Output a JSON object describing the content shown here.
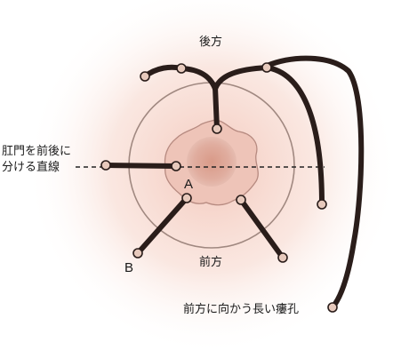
{
  "labels": {
    "posterior": "後方",
    "anterior": "前方",
    "transverse_line_1": "肛門を前後に",
    "transverse_line_2": "分ける直線",
    "point_a": "A",
    "point_b": "B",
    "anterior_fistula": "前方に向かう長い瘻孔"
  },
  "colors": {
    "fistula_tract": "#2a1d1a",
    "node_fill": "#e7c9bc",
    "anus_fill": "#e0b0a4",
    "ring_stroke": "#a08880",
    "glow": "#f6d9d0"
  }
}
